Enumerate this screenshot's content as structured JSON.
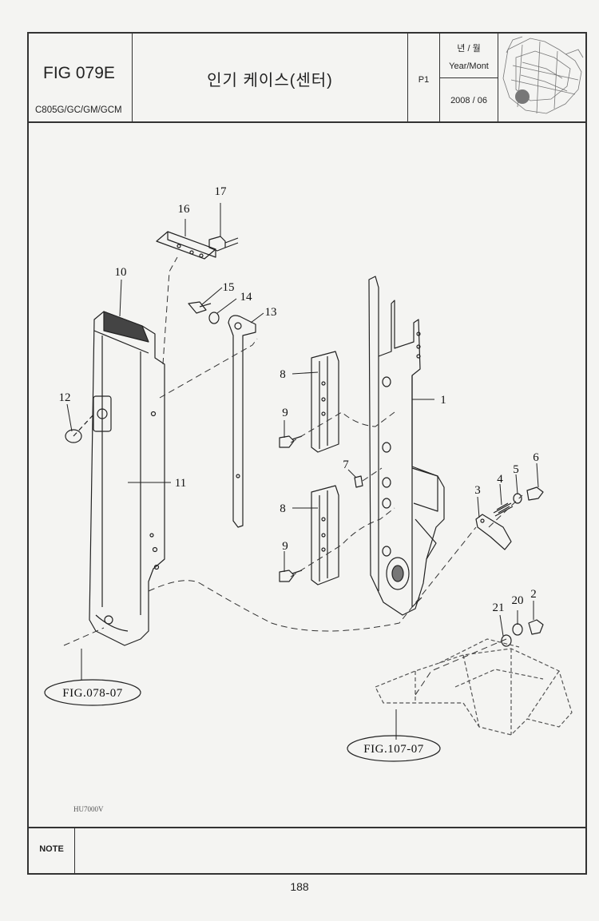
{
  "header": {
    "fig_code": "FIG 079E",
    "model": "C805G/GC/GM/GCM",
    "title": "인기 케이스(센터)",
    "page_label": "P1",
    "year_month_kr": "년 / 월",
    "year_month_en": "Year/Mont",
    "date": "2008 / 06"
  },
  "callouts": [
    "1",
    "2",
    "3",
    "4",
    "5",
    "6",
    "7",
    "8",
    "8",
    "9",
    "9",
    "10",
    "11",
    "12",
    "13",
    "14",
    "15",
    "16",
    "17",
    "20",
    "21"
  ],
  "references": {
    "left": "FIG.078-07",
    "right": "FIG.107-07"
  },
  "drawing_code": "HU7000V",
  "note_label": "NOTE",
  "page_number": "188"
}
